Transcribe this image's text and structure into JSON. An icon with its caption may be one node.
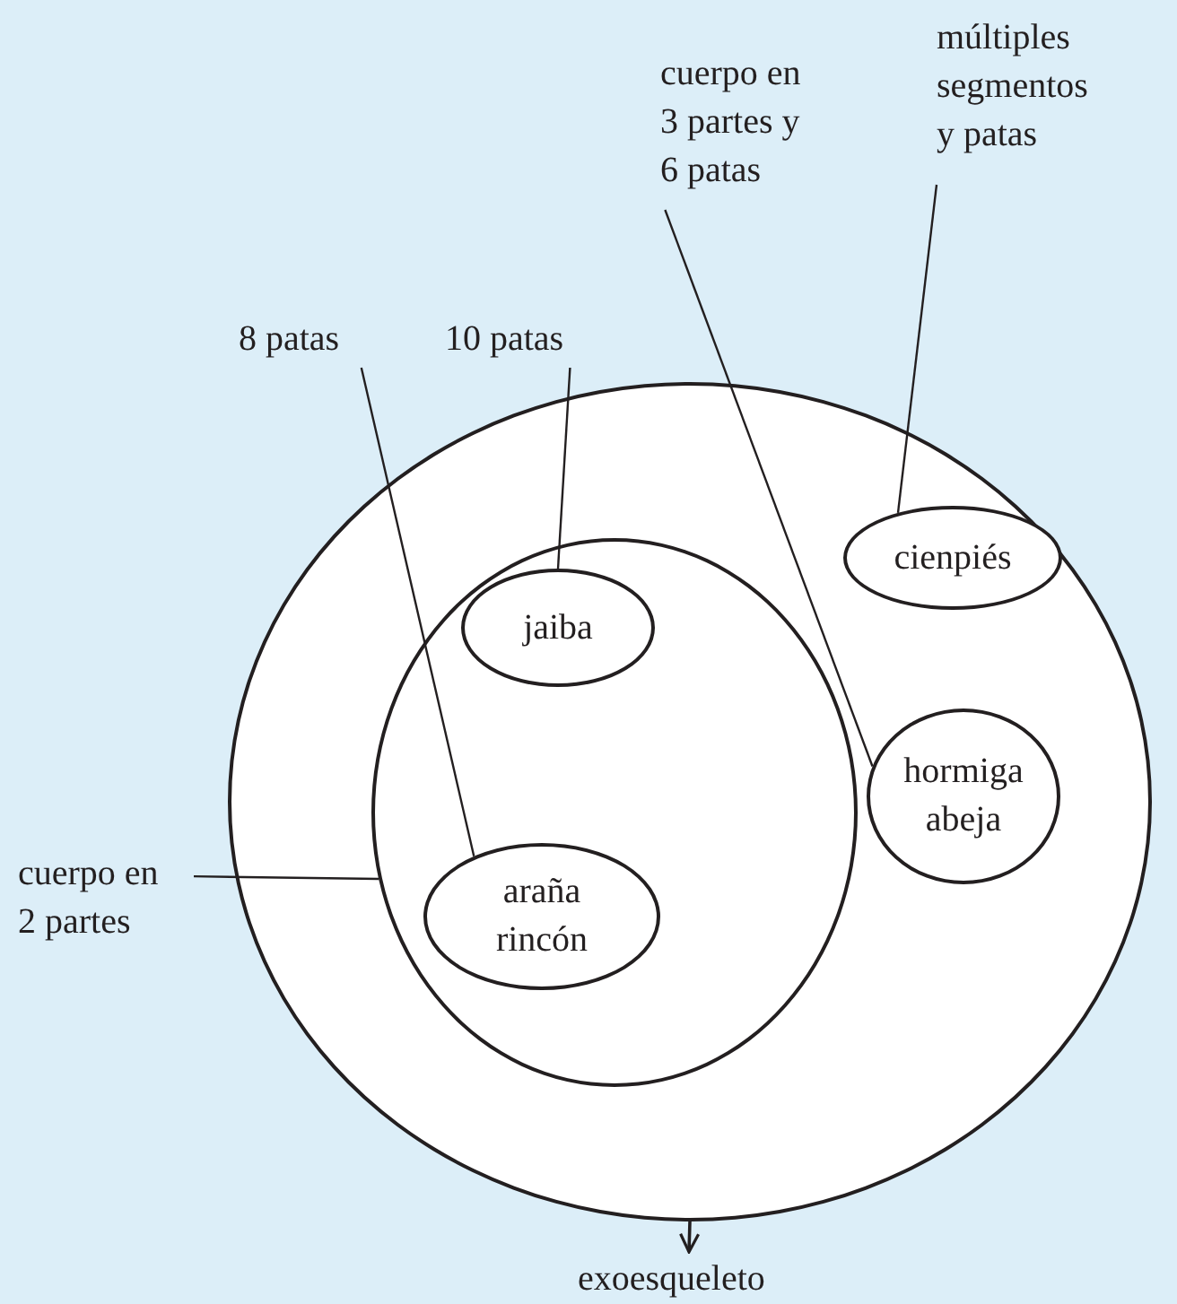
{
  "diagram": {
    "nodes": [
      {
        "text": [],
        "shape": "circle"
      },
      {
        "text": [],
        "shape": "circle",
        "in": 0
      },
      {
        "text": [
          "jaiba"
        ],
        "in": 1
      },
      {
        "text": [
          "araña rincón"
        ],
        "in": 1
      },
      {
        "text": [
          "cienpiés"
        ],
        "in": 0
      },
      {
        "text": [
          "hormiga abeja"
        ],
        "in": 0
      },
      {
        "text": [
          "exoesqueleto"
        ]
      },
      {
        "text": [
          "cuerpo en 2 partes"
        ]
      },
      {
        "text": [
          "8 patas"
        ]
      },
      {
        "text": [
          "10 patas"
        ]
      },
      {
        "text": [
          "cuerpo en 3 partes y 6 patas"
        ]
      },
      {
        "text": [
          "múltiples segmentos y patas"
        ]
      }
    ],
    "edges": [
      {
        "from": 0,
        "to": 6,
        "arrow": "to"
      },
      {
        "from": 7,
        "to": 1,
        "arrow": "none"
      },
      {
        "from": 8,
        "to": 3,
        "arrow": "none"
      },
      {
        "from": 9,
        "to": 2,
        "arrow": "none"
      },
      {
        "from": 10,
        "to": 5,
        "arrow": "none"
      },
      {
        "from": 11,
        "to": 4,
        "arrow": "none"
      }
    ]
  }
}
